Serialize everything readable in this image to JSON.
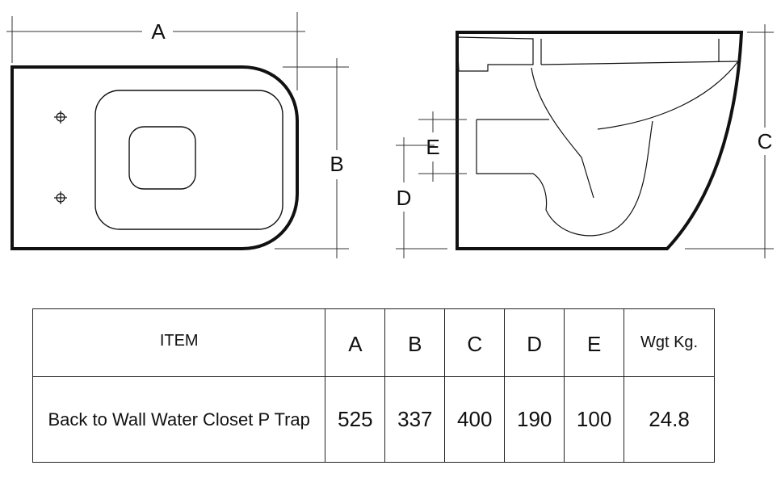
{
  "dimension_labels": {
    "a": "A",
    "b": "B",
    "c": "C",
    "d": "D",
    "e": "E"
  },
  "table": {
    "headers": [
      "ITEM",
      "A",
      "B",
      "C",
      "D",
      "E",
      "Wgt Kg."
    ],
    "rows": [
      {
        "item": "Back to Wall Water Closet P Trap",
        "a": "525",
        "b": "337",
        "c": "400",
        "d": "190",
        "e": "100",
        "weight": "24.8"
      }
    ]
  }
}
